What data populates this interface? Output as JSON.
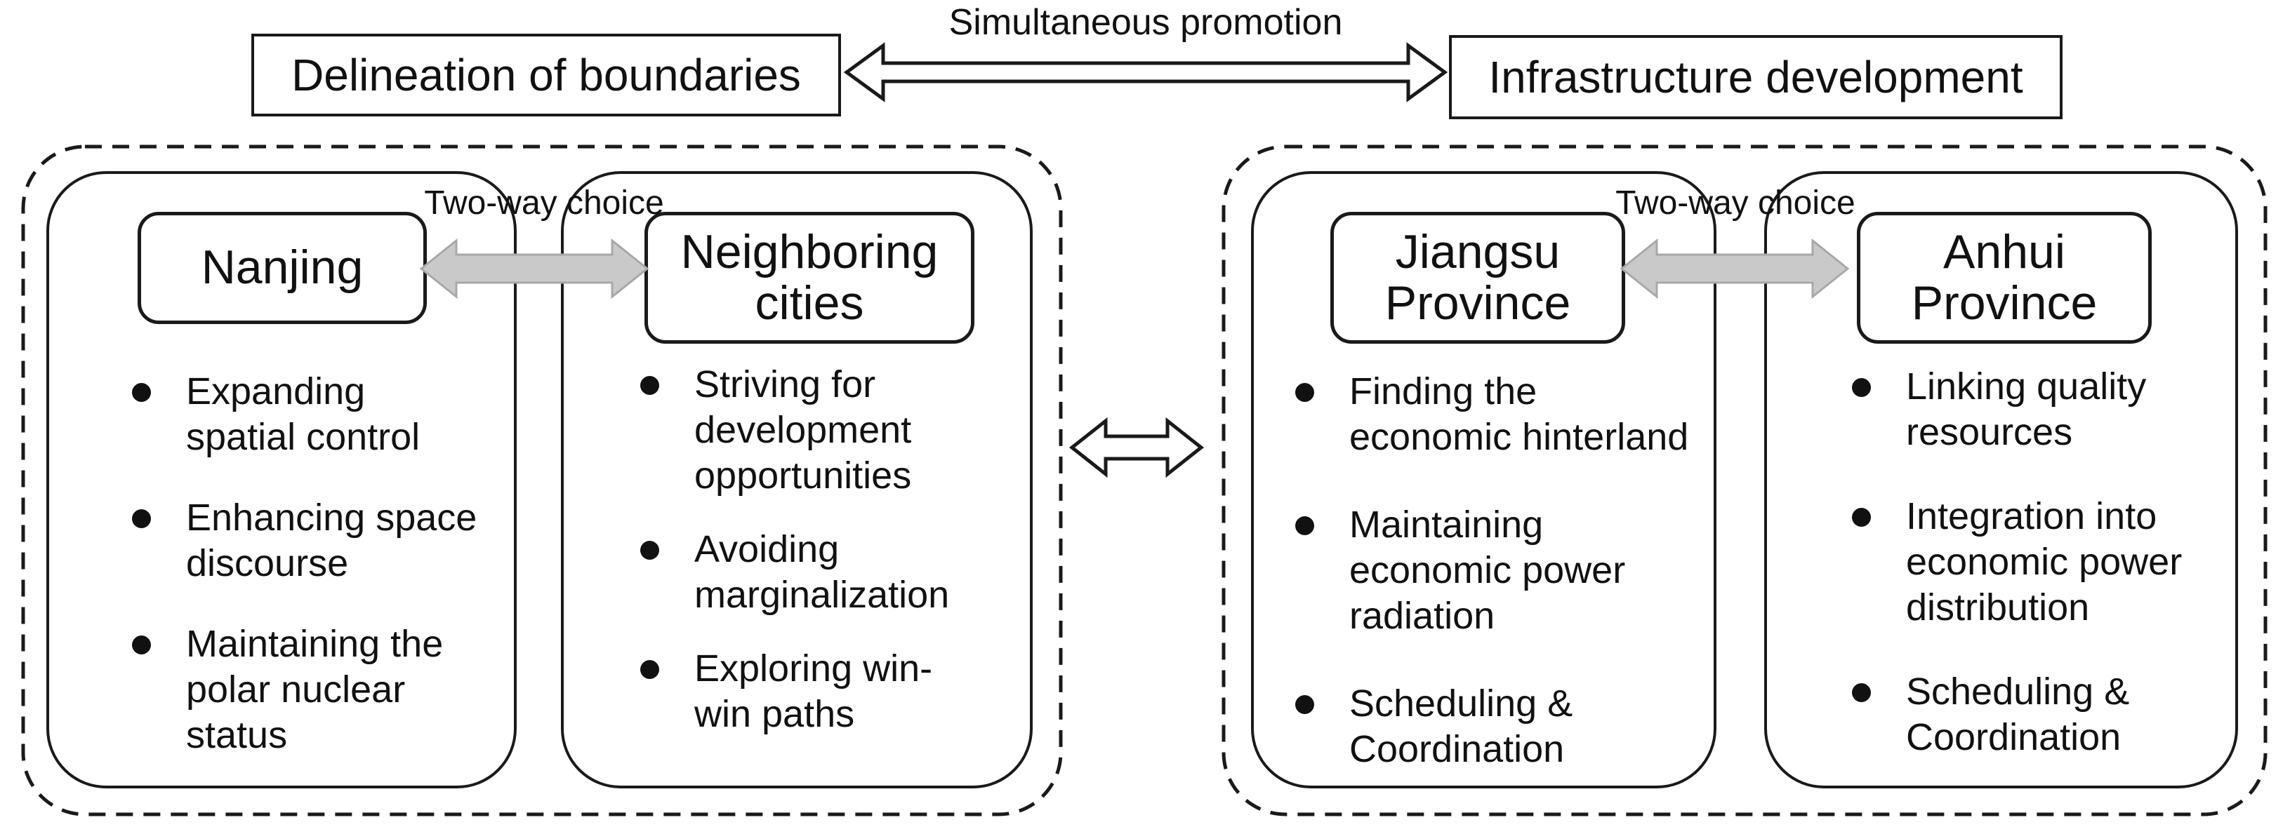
{
  "title_row": {
    "left_box": "Delineation of boundaries",
    "arrow_label": "Simultaneous promotion",
    "right_box": "Infrastructure development"
  },
  "groups": [
    {
      "arrow_label": "Two-way choice",
      "columns": [
        {
          "title": "Nanjing",
          "bullets": [
            "Expanding\nspatial control",
            "Enhancing space\ndiscourse",
            "Maintaining the\npolar nuclear\nstatus"
          ]
        },
        {
          "title": "Neighboring\ncities",
          "bullets": [
            "Striving for\ndevelopment\nopportunities",
            "Avoiding\nmarginalization",
            "Exploring win-\nwin paths"
          ]
        }
      ]
    },
    {
      "arrow_label": "Two-way choice",
      "columns": [
        {
          "title": "Jiangsu\nProvince",
          "bullets": [
            "Finding the\neconomic hinterland",
            "Maintaining\neconomic power\nradiation",
            "Scheduling &\nCoordination"
          ]
        },
        {
          "title": "Anhui\nProvince",
          "bullets": [
            "Linking quality\nresources",
            "Integration into\neconomic power\ndistribution",
            "Scheduling &\nCoordination"
          ]
        }
      ]
    }
  ],
  "colors": {
    "stroke": "#1a1a1a",
    "gray_arrow_fill": "#c9c9c9",
    "gray_arrow_stroke": "#a8a8a8",
    "background": "#ffffff"
  }
}
